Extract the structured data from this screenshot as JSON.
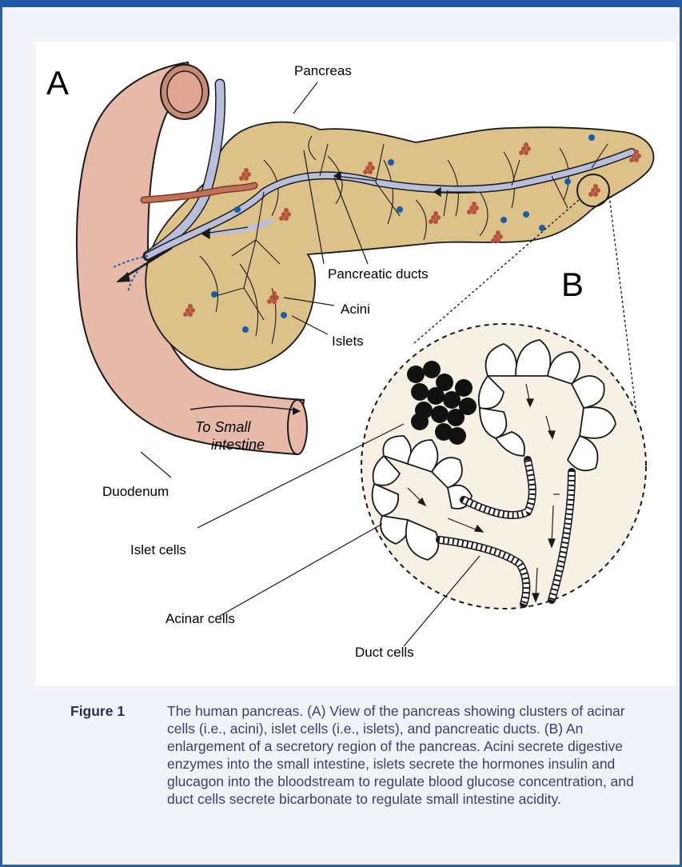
{
  "labels": {
    "panel_a": "A",
    "panel_b": "B",
    "pancreas": "Pancreas",
    "pancreatic_ducts": "Pancreatic ducts",
    "acini": "Acini",
    "islets": "Islets",
    "to_small_line1": "To Small",
    "to_small_line2": "intestine",
    "duodenum": "Duodenum",
    "islet_cells": "Islet cells",
    "acinar_cells": "Acinar cells",
    "duct_cells": "Duct cells"
  },
  "caption": {
    "figure_label": "Figure 1",
    "text": "The human pancreas. (A) View of the pancreas showing clusters of acinar cells (i.e., acini), islet cells (i.e., islets), and pancreatic ducts. (B) An enlargement of a secretory region of the pancreas. Acini secrete digestive enzymes into the small intestine, islets secrete the hormones insulin and glucagon into the bloodstream to regulate blood glucose concentration, and duct cells secrete bicarbonate to regulate small intestine acidity."
  },
  "colors": {
    "frame_border": "#1f5aa5",
    "background": "#f2f3f9",
    "pancreas_tissue": "#dcc289",
    "duodenum": "#e6b9a8",
    "duct": "#b8bfdc",
    "islet_dot": "#1a5ea8",
    "acini_cluster": "#b5523d",
    "inset_fill": "#f7f0e4"
  }
}
